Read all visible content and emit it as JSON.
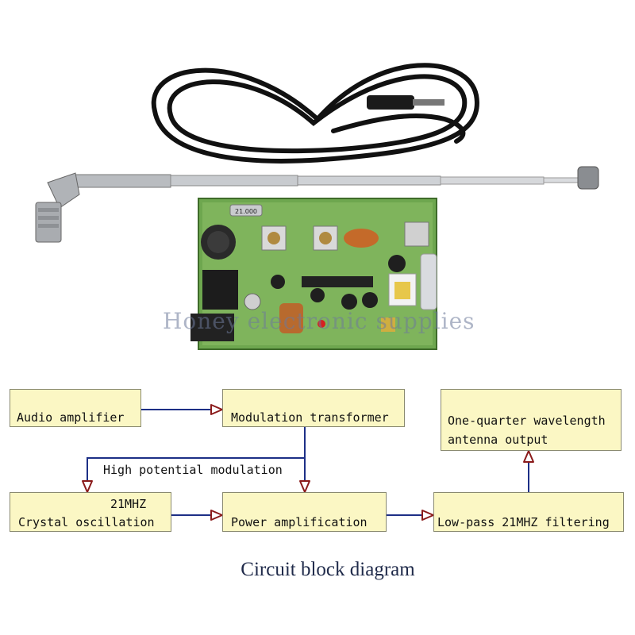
{
  "photo": {
    "watermark": "Honey electronic supplies",
    "crystal_marking": "21.000"
  },
  "blocks": {
    "audio_amplifier": {
      "line1": "Audio amplifier"
    },
    "modulation_transformer": {
      "line1": "Modulation transformer"
    },
    "antenna_output": {
      "line1": "One-quarter wavelength",
      "line2": "antenna output"
    },
    "crystal_oscillation": {
      "line1": "21MHZ",
      "line2": "Crystal oscillation"
    },
    "power_amplification": {
      "line1": "Power amplification"
    },
    "lowpass_filter": {
      "line1": "Low-pass 21MHZ filtering"
    }
  },
  "labels": {
    "high_potential_modulation": "High potential modulation"
  },
  "caption": "Circuit block diagram",
  "colors": {
    "block_fill": "#fbf7c4",
    "connector": "#1d2f86",
    "arrowhead": "#8a1a1a",
    "pcb": "#5f9a44"
  }
}
